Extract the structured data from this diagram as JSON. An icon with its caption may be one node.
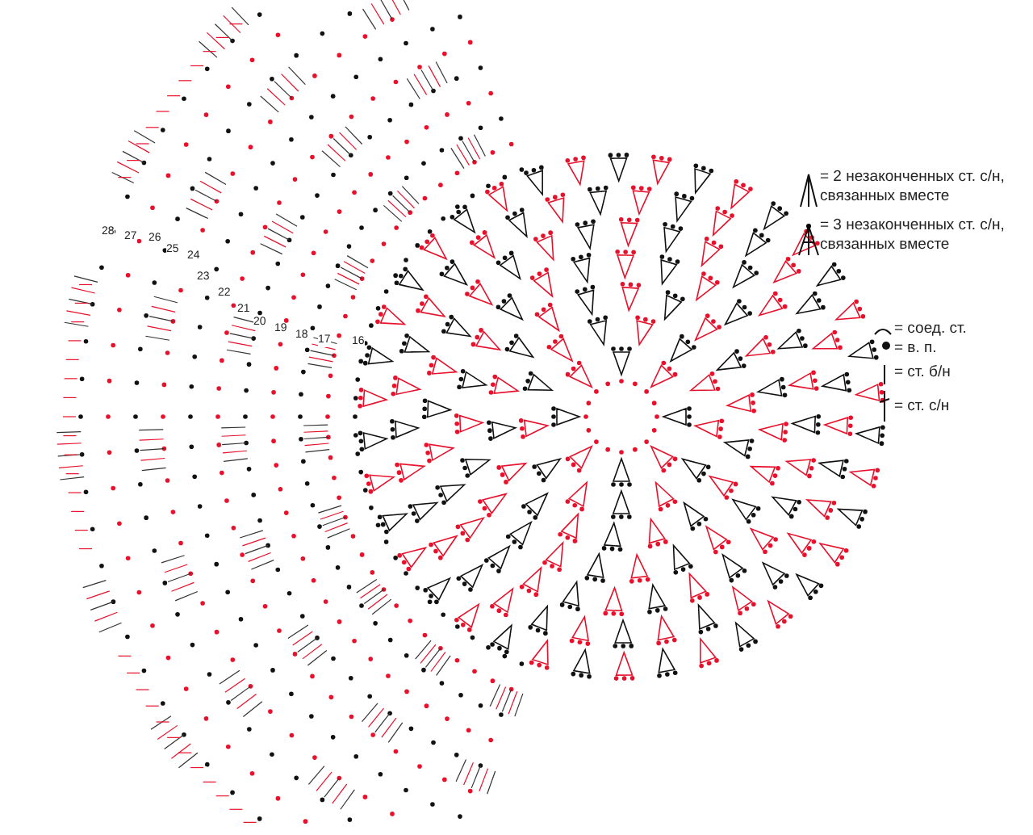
{
  "diagram": {
    "labels": [
      "28",
      "27",
      "26",
      "25",
      "24",
      "23",
      "22",
      "21",
      "20",
      "19",
      "18",
      "17",
      "16"
    ],
    "legend": [
      {
        "text": "= 2 незаконченных ст. с/н, связанных вместе"
      },
      {
        "text": "= 3 незаконченных ст. с/н, связанных вместе"
      },
      {
        "text": "= соед. ст."
      },
      {
        "text": "= в. п."
      },
      {
        "text": "= ст. б/н"
      },
      {
        "text": "= ст. с/н"
      }
    ]
  }
}
